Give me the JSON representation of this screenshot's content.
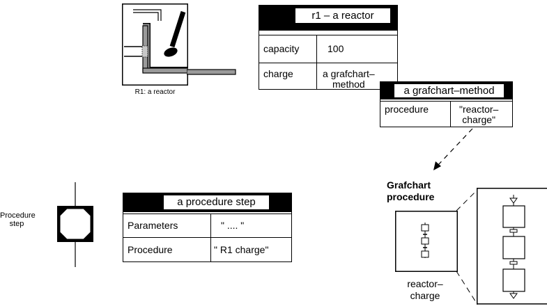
{
  "reactor_icon": {
    "caption": "R1: a reactor"
  },
  "reactor_table": {
    "title": "r1 – a reactor",
    "rows": [
      {
        "key": "capacity",
        "value": "100"
      },
      {
        "key": "charge",
        "value": "a grafchart–\nmethod"
      }
    ]
  },
  "method_table": {
    "title": "a grafchart–method",
    "rows": [
      {
        "key": "procedure",
        "value": "\"reactor–\ncharge\""
      }
    ]
  },
  "procedure_step": {
    "label": "Procedure\nstep"
  },
  "step_table": {
    "title": "a procedure step",
    "rows": [
      {
        "key": "Parameters",
        "value": "\" .... \""
      },
      {
        "key": "Procedure",
        "value": "\" R1 charge\""
      }
    ]
  },
  "grafchart_procedure": {
    "title": "Grafchart\nprocedure",
    "caption": "reactor–\ncharge"
  }
}
